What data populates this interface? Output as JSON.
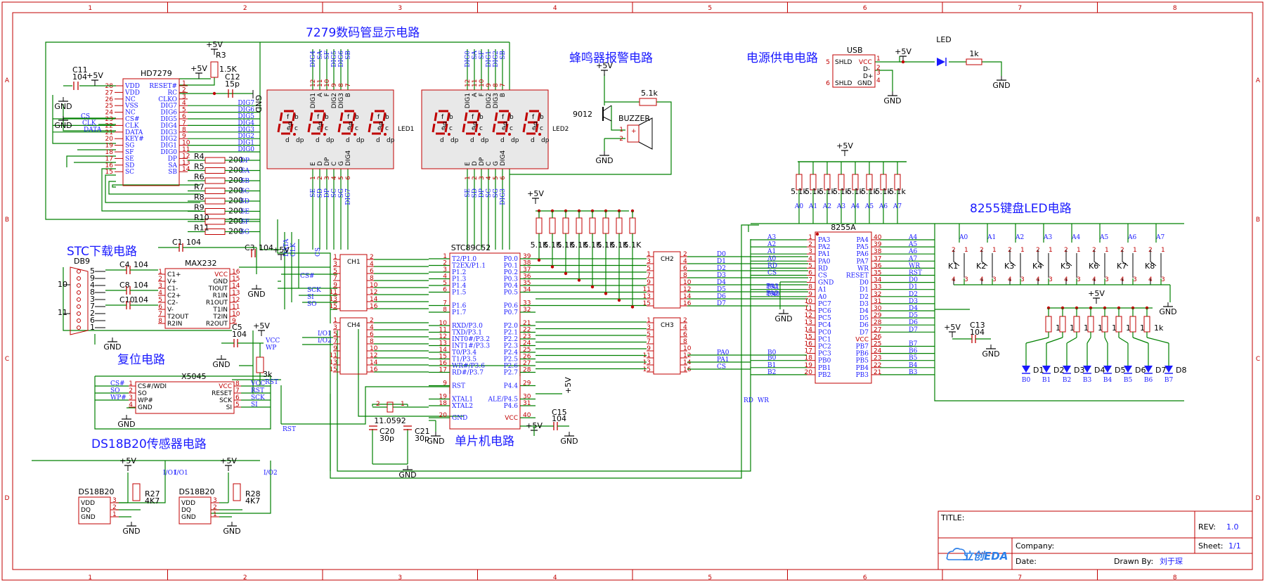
{
  "section_titles": {
    "display": "7279数码管显示电路",
    "buzzer": "蜂鸣器报警电路",
    "power": "电源供电电路",
    "keyboard": "8255键盘LED电路",
    "download": "STC下载电路",
    "reset": "复位电路",
    "ds18b20": "DS18B20传感器电路",
    "mcu": "单片机电路"
  },
  "frame": {
    "columns": [
      "1",
      "2",
      "3",
      "4",
      "5",
      "6",
      "7",
      "8"
    ],
    "rows": [
      "A",
      "B",
      "C",
      "D"
    ]
  },
  "title_block": {
    "title_label": "TITLE:",
    "rev_label": "REV:",
    "rev_value": "1.0",
    "company_label": "Company:",
    "sheet_label": "Sheet:",
    "sheet_value": "1/1",
    "date_label": "Date:",
    "drawn_label": "Drawn By:",
    "drawn_value": "刘于琛",
    "logo_text": "立创EDA"
  },
  "hd7279": {
    "name": "HD7279",
    "left_pins": [
      {
        "num": "28",
        "name": "VDD"
      },
      {
        "num": "27",
        "name": "VDD"
      },
      {
        "num": "26",
        "name": "NC"
      },
      {
        "num": "25",
        "name": "VSS"
      },
      {
        "num": "24",
        "name": "NC"
      },
      {
        "num": "23",
        "name": "CS#"
      },
      {
        "num": "22",
        "name": "CLK"
      },
      {
        "num": "21",
        "name": "DATA"
      },
      {
        "num": "20",
        "name": "KEY#"
      },
      {
        "num": "19",
        "name": "SG"
      },
      {
        "num": "18",
        "name": "SF"
      },
      {
        "num": "17",
        "name": "SE"
      },
      {
        "num": "16",
        "name": "SD"
      },
      {
        "num": "15",
        "name": "SC"
      }
    ],
    "right_pins": [
      {
        "num": "1",
        "name": "RESET#"
      },
      {
        "num": "2",
        "name": "RC"
      },
      {
        "num": "3",
        "name": "CLKO"
      },
      {
        "num": "4",
        "name": "DIG7"
      },
      {
        "num": "5",
        "name": "DIG6"
      },
      {
        "num": "6",
        "name": "DIG5"
      },
      {
        "num": "7",
        "name": "DIG4"
      },
      {
        "num": "8",
        "name": "DIG3"
      },
      {
        "num": "9",
        "name": "DIG2"
      },
      {
        "num": "10",
        "name": "DIG1"
      },
      {
        "num": "11",
        "name": "DIG0"
      },
      {
        "num": "12",
        "name": "DP"
      },
      {
        "num": "13",
        "name": "SA"
      },
      {
        "num": "14",
        "name": "SB"
      }
    ],
    "nets_right": [
      "DIG7",
      "DIG6",
      "DIG5",
      "DIG4",
      "DIG3",
      "DIG2",
      "DIG1",
      "DIG0"
    ],
    "nets_left": [
      "CS",
      "CLK",
      "DATA"
    ],
    "c11": "C11",
    "c11_val": "104",
    "r3": "R3",
    "r3_val": "1.5K",
    "c12": "C12",
    "c12_val": "15p"
  },
  "seg_resistors": [
    {
      "ref": "R4",
      "val": "200",
      "net": "DP"
    },
    {
      "ref": "R5",
      "val": "200",
      "net": "SA"
    },
    {
      "ref": "R6",
      "val": "200",
      "net": "SB"
    },
    {
      "ref": "R7",
      "val": "200",
      "net": "SC"
    },
    {
      "ref": "R8",
      "val": "200",
      "net": "SD"
    },
    {
      "ref": "R9",
      "val": "200",
      "net": "SE"
    },
    {
      "ref": "R10",
      "val": "200",
      "net": "SF"
    },
    {
      "ref": "R11",
      "val": "200",
      "net": "SG"
    }
  ],
  "led1": {
    "name": "LED1",
    "top_nets": [
      "DIG4",
      "SA",
      "SF",
      "DIG5",
      "DIG6",
      "SB"
    ],
    "top_pins": [
      "12",
      "11",
      "10",
      "9",
      "8",
      "7"
    ],
    "top_names": [
      "DIG1",
      "A",
      "F",
      "DIG2",
      "DIG3",
      "B"
    ],
    "bottom_pins": [
      "1",
      "2",
      "3",
      "4",
      "5",
      "6"
    ],
    "bottom_names": [
      "E",
      "D",
      "DP",
      "C",
      "G",
      "DIG4"
    ],
    "bottom_nets": [
      "SE",
      "SD",
      "DP",
      "SC",
      "SG",
      "DIG7"
    ]
  },
  "led2": {
    "name": "LED2",
    "top_nets": [
      "DIG0",
      "SA",
      "SF",
      "DIG1",
      "DIG2",
      "SB"
    ],
    "top_pins": [
      "12",
      "11",
      "10",
      "9",
      "8",
      "7"
    ],
    "top_names": [
      "DIG1",
      "A",
      "F",
      "DIG2",
      "DIG3",
      "B"
    ],
    "bottom_pins": [
      "1",
      "2",
      "3",
      "4",
      "5",
      "6"
    ],
    "bottom_names": [
      "E",
      "D",
      "DP",
      "C",
      "G",
      "DIG4"
    ],
    "bottom_nets": [
      "SE",
      "SD",
      "DP",
      "SC",
      "SG",
      "DIG3"
    ]
  },
  "seg_letters": [
    "a",
    "b",
    "c",
    "d",
    "e",
    "f",
    "g",
    "dp"
  ],
  "buzzer": {
    "transistor": "9012",
    "r": "5.1k",
    "name": "BUZZER",
    "plus": "+"
  },
  "power": {
    "usb": "USB",
    "shld": "SHLD",
    "vcc": "VCC",
    "dm": "D-",
    "dp": "D+",
    "gnd": "GND",
    "led": "LED",
    "r": "1k",
    "pins": [
      "1",
      "2",
      "3",
      "4",
      "5",
      "6"
    ]
  },
  "common": {
    "vcc5": "+5V",
    "gnd": "GND",
    "vcc": "VCC"
  },
  "max232": {
    "name": "MAX232",
    "left": [
      {
        "num": "1",
        "name": "C1+"
      },
      {
        "num": "2",
        "name": "V+"
      },
      {
        "num": "3",
        "name": "C1-"
      },
      {
        "num": "4",
        "name": "C2+"
      },
      {
        "num": "5",
        "name": "C2-"
      },
      {
        "num": "6",
        "name": "V-"
      },
      {
        "num": "7",
        "name": "T2OUT"
      },
      {
        "num": "8",
        "name": "R2IN"
      }
    ],
    "right": [
      {
        "num": "16",
        "name": "VCC"
      },
      {
        "num": "15",
        "name": "GND"
      },
      {
        "num": "14",
        "name": "TIOUT"
      },
      {
        "num": "13",
        "name": "R1IN"
      },
      {
        "num": "12",
        "name": "R1OUT"
      },
      {
        "num": "11",
        "name": "T1IN"
      },
      {
        "num": "10",
        "name": "T2IN"
      },
      {
        "num": "9",
        "name": "R2OUT"
      }
    ],
    "caps": [
      {
        "ref": "C1",
        "val": "104"
      },
      {
        "ref": "C4",
        "val": "104"
      },
      {
        "ref": "C8",
        "val": "104"
      },
      {
        "ref": "C10",
        "val": "104"
      },
      {
        "ref": "C3",
        "val": "104"
      }
    ]
  },
  "db9": {
    "name": "DB9",
    "pins": [
      "5",
      "9",
      "4",
      "8",
      "3",
      "7",
      "2",
      "6",
      "1"
    ],
    "side": [
      "10",
      "11"
    ]
  },
  "x5045": {
    "name": "X5045",
    "left": [
      {
        "num": "1",
        "name": "CS#/WDI",
        "net": "CS#"
      },
      {
        "num": "2",
        "name": "SO",
        "net": "SO"
      },
      {
        "num": "3",
        "name": "WP#",
        "net": "WP#"
      },
      {
        "num": "4",
        "name": "GND",
        "net": ""
      }
    ],
    "right": [
      {
        "num": "8",
        "name": "VCC",
        "net": "VCC"
      },
      {
        "num": "7",
        "name": "RESET",
        "net": "RST"
      },
      {
        "num": "6",
        "name": "SCK",
        "net": "SCK"
      },
      {
        "num": "5",
        "name": "SI",
        "net": "SI"
      }
    ],
    "c5": "C5",
    "c5_val": "104",
    "r": "3k",
    "rst": "RST",
    "wp": "WP"
  },
  "ds18b20_a": {
    "name": "DS18B20",
    "pins": [
      {
        "num": "3",
        "name": "VDD"
      },
      {
        "num": "2",
        "name": "DQ"
      },
      {
        "num": "1",
        "name": "GND"
      }
    ],
    "r": "R27",
    "r_val": "4K7",
    "net": "I/O1"
  },
  "ds18b20_b": {
    "name": "DS18B20",
    "pins": [
      {
        "num": "3",
        "name": "VDD"
      },
      {
        "num": "2",
        "name": "DQ"
      },
      {
        "num": "1",
        "name": "GND"
      }
    ],
    "r": "R28",
    "r_val": "4K7",
    "net": "I/O2"
  },
  "ch1": {
    "name": "CH1",
    "left": [
      "1",
      "3",
      "5",
      "7",
      "9",
      "11",
      "13",
      "15"
    ],
    "right": [
      "2",
      "4",
      "6",
      "8",
      "10",
      "12",
      "14",
      "16"
    ],
    "nets": [
      "CS#",
      "SCK",
      "SI",
      "SO"
    ]
  },
  "ch4": {
    "name": "CH4",
    "left": [
      "1",
      "3",
      "5",
      "7",
      "9",
      "11",
      "13",
      "15"
    ],
    "right": [
      "2",
      "4",
      "6",
      "8",
      "10",
      "12",
      "14",
      "16"
    ],
    "nets": [
      "I/O1",
      "I/O2"
    ]
  },
  "stc": {
    "name": "STC89C52",
    "left": [
      {
        "num": "1",
        "name": "T2/P1.0"
      },
      {
        "num": "2",
        "name": "T2EX/P1.1"
      },
      {
        "num": "3",
        "name": "P1.2"
      },
      {
        "num": "4",
        "name": "P1.3"
      },
      {
        "num": "5",
        "name": "P1.4"
      },
      {
        "num": "6",
        "name": "P1.5"
      },
      {
        "num": "7",
        "name": "P1.6"
      },
      {
        "num": "8",
        "name": "P1.7"
      },
      {
        "num": "10",
        "name": "RXD/P3.0"
      },
      {
        "num": "11",
        "name": "TXD/P3.1"
      },
      {
        "num": "12",
        "name": "INT0#/P3.2"
      },
      {
        "num": "13",
        "name": "INT1#/P3.3"
      },
      {
        "num": "14",
        "name": "T0/P3.4"
      },
      {
        "num": "15",
        "name": "T1/P3.5"
      },
      {
        "num": "16",
        "name": "WR#/P3.6"
      },
      {
        "num": "17",
        "name": "RD#/P3.7"
      },
      {
        "num": "9",
        "name": "RST"
      },
      {
        "num": "19",
        "name": "XTAL1"
      },
      {
        "num": "18",
        "name": "XTAL2"
      },
      {
        "num": "20",
        "name": "GND"
      }
    ],
    "right": [
      {
        "num": "39",
        "name": "P0.0"
      },
      {
        "num": "38",
        "name": "P0.1"
      },
      {
        "num": "37",
        "name": "P0.2"
      },
      {
        "num": "36",
        "name": "P0.3"
      },
      {
        "num": "35",
        "name": "P0.4"
      },
      {
        "num": "34",
        "name": "P0.5"
      },
      {
        "num": "33",
        "name": "P0.6"
      },
      {
        "num": "32",
        "name": "P0.7"
      },
      {
        "num": "21",
        "name": "P2.0"
      },
      {
        "num": "22",
        "name": "P2.1"
      },
      {
        "num": "23",
        "name": "P2.2"
      },
      {
        "num": "24",
        "name": "P2.3"
      },
      {
        "num": "25",
        "name": "P2.4"
      },
      {
        "num": "26",
        "name": "P2.5"
      },
      {
        "num": "27",
        "name": "P2.6"
      },
      {
        "num": "28",
        "name": "P2.7"
      },
      {
        "num": "29",
        "name": "P4.4"
      },
      {
        "num": "30",
        "name": "ALE/P4.5"
      },
      {
        "num": "31",
        "name": "P4.6"
      },
      {
        "num": "40",
        "name": "VCC"
      }
    ],
    "crystal": "11.0592",
    "c20": "C20",
    "c20_val": "30p",
    "c21": "C21",
    "c21_val": "30p",
    "c15": "C15",
    "c15_val": "104",
    "rst": "RST"
  },
  "pullups_p0": {
    "vals": [
      "5.1K",
      "5.1K",
      "5.1K",
      "5.1K",
      "5.1K",
      "5.1K",
      "5.1K",
      "5.1K"
    ]
  },
  "ch2": {
    "name": "CH2",
    "left": [
      "1",
      "3",
      "5",
      "7",
      "9",
      "11",
      "13",
      "15"
    ],
    "right": [
      "2",
      "4",
      "6",
      "8",
      "10",
      "12",
      "14",
      "16"
    ],
    "nets": [
      "D0",
      "D1",
      "D2",
      "D3",
      "D4",
      "D5",
      "D6",
      "D7"
    ]
  },
  "ch3": {
    "name": "CH3",
    "left": [
      "1",
      "3",
      "5",
      "7",
      "9",
      "11",
      "13",
      "15"
    ],
    "right": [
      "2",
      "4",
      "6",
      "8",
      "10",
      "12",
      "14",
      "16"
    ],
    "nets": [
      "PA0",
      "PA1",
      "CS"
    ]
  },
  "pullups_a": {
    "vals": [
      "5.1k",
      "5.1k",
      "5.1k",
      "5.1k",
      "5.1k",
      "5.1k",
      "5.1k",
      "5.1k"
    ],
    "nets": [
      "A0",
      "A1",
      "A2",
      "A3",
      "A4",
      "A5",
      "A6",
      "A7"
    ]
  },
  "i8255": {
    "name": "8255A",
    "left": [
      {
        "num": "1",
        "name": "PA3",
        "net": "A3"
      },
      {
        "num": "2",
        "name": "PA2",
        "net": "A2"
      },
      {
        "num": "3",
        "name": "PA1",
        "net": "A1"
      },
      {
        "num": "4",
        "name": "PA0",
        "net": "A0"
      },
      {
        "num": "5",
        "name": "RD",
        "net": "RD"
      },
      {
        "num": "6",
        "name": "CS",
        "net": "CS"
      },
      {
        "num": "7",
        "name": "GND",
        "net": ""
      },
      {
        "num": "8",
        "name": "A1",
        "net": "PA1"
      },
      {
        "num": "9",
        "name": "A0",
        "net": "PA0"
      },
      {
        "num": "10",
        "name": "PC7",
        "net": ""
      },
      {
        "num": "11",
        "name": "PC6",
        "net": ""
      },
      {
        "num": "12",
        "name": "PC5",
        "net": ""
      },
      {
        "num": "13",
        "name": "PC4",
        "net": ""
      },
      {
        "num": "14",
        "name": "PC0",
        "net": ""
      },
      {
        "num": "15",
        "name": "PC1",
        "net": ""
      },
      {
        "num": "16",
        "name": "PC2",
        "net": ""
      },
      {
        "num": "17",
        "name": "PC3",
        "net": ""
      },
      {
        "num": "18",
        "name": "PB0",
        "net": "B0"
      },
      {
        "num": "19",
        "name": "PB1",
        "net": "B1"
      },
      {
        "num": "20",
        "name": "PB2",
        "net": "B2"
      }
    ],
    "right": [
      {
        "num": "40",
        "name": "PA4",
        "net": "A4"
      },
      {
        "num": "39",
        "name": "PA5",
        "net": "A5"
      },
      {
        "num": "38",
        "name": "PA6",
        "net": "A6"
      },
      {
        "num": "37",
        "name": "PA7",
        "net": "A7"
      },
      {
        "num": "36",
        "name": "WR",
        "net": "WR"
      },
      {
        "num": "35",
        "name": "RESET",
        "net": "RST"
      },
      {
        "num": "34",
        "name": "D0",
        "net": "D0"
      },
      {
        "num": "33",
        "name": "D1",
        "net": "D1"
      },
      {
        "num": "32",
        "name": "D2",
        "net": "D2"
      },
      {
        "num": "31",
        "name": "D3",
        "net": "D3"
      },
      {
        "num": "30",
        "name": "D4",
        "net": "D4"
      },
      {
        "num": "29",
        "name": "D5",
        "net": "D5"
      },
      {
        "num": "28",
        "name": "D6",
        "net": "D6"
      },
      {
        "num": "27",
        "name": "D7",
        "net": "D7"
      },
      {
        "num": "26",
        "name": "VCC",
        "net": ""
      },
      {
        "num": "25",
        "name": "PB7",
        "net": "B7"
      },
      {
        "num": "24",
        "name": "PB6",
        "net": "B6"
      },
      {
        "num": "23",
        "name": "PB5",
        "net": "B5"
      },
      {
        "num": "22",
        "name": "PB4",
        "net": "B4"
      },
      {
        "num": "21",
        "name": "PB3",
        "net": "B3"
      }
    ],
    "c13": "C13",
    "c13_val": "104",
    "rd": "RD",
    "wr": "WR"
  },
  "keys": {
    "names": [
      "K1",
      "K2",
      "K3",
      "K4",
      "K5",
      "K6",
      "K7",
      "K8"
    ],
    "nets": [
      "A0",
      "A1",
      "A2",
      "A3",
      "A4",
      "A5",
      "A6",
      "A7"
    ]
  },
  "leds8": {
    "names": [
      "D1",
      "D2",
      "D3",
      "D4",
      "D5",
      "D6",
      "D7",
      "D8"
    ],
    "nets": [
      "B0",
      "B1",
      "B2",
      "B3",
      "B4",
      "B5",
      "B6",
      "B7"
    ],
    "r": "1k"
  }
}
